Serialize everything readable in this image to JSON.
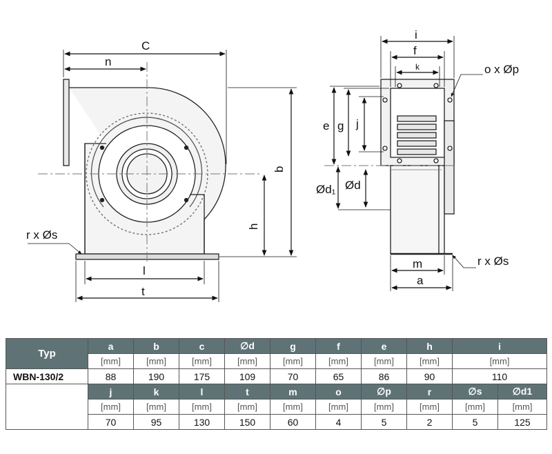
{
  "drawing": {
    "front_labels": {
      "C": "C",
      "n": "n",
      "b": "b",
      "h": "h",
      "l": "l",
      "t": "t",
      "rxs": "r x Øs"
    },
    "side_labels": {
      "i": "i",
      "f": "f",
      "k": "k",
      "oxp": "o x Øp",
      "e": "e",
      "g": "g",
      "j": "j",
      "d1": "Ød₁",
      "d": "Ød",
      "m": "m",
      "a": "a",
      "rxs": "r x Øs"
    }
  },
  "table": {
    "typ_label": "Typ",
    "model": "WBN-130/2",
    "unit": "[mm]",
    "row1_headers": [
      "a",
      "b",
      "c",
      "∅d",
      "g",
      "f",
      "e",
      "h",
      "i"
    ],
    "row1_values": [
      "88",
      "190",
      "175",
      "109",
      "70",
      "65",
      "86",
      "90",
      "110"
    ],
    "row2_headers": [
      "j",
      "k",
      "l",
      "t",
      "m",
      "o",
      "∅p",
      "r",
      "∅s",
      "∅d1"
    ],
    "row2_values": [
      "70",
      "95",
      "130",
      "150",
      "60",
      "4",
      "5",
      "2",
      "5",
      "125"
    ]
  }
}
